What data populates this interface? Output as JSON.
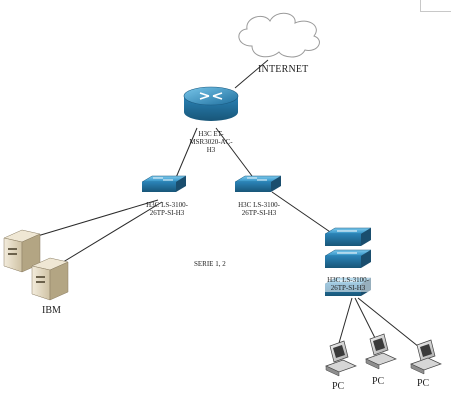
{
  "labels": {
    "internet": "INTERNET",
    "router": [
      "H3C ET-",
      "MSR3020-AC-",
      "H3"
    ],
    "switch_left": [
      "H3C LS-3100-",
      "26TP-SI-H3"
    ],
    "switch_mid": [
      "H3C LS-3100-",
      "26TP-SI-H3"
    ],
    "switch_stack": [
      "H3C LS-3100-",
      "26TP-SI-H3"
    ],
    "vlan_note": "SERIE 1, 2",
    "servers": "IBM",
    "pcs": [
      "PC",
      "PC",
      "PC"
    ]
  },
  "icons": {
    "cloud": "cloud-icon",
    "router": "router-icon",
    "switch": "switch-icon",
    "server": "server-tower-icon",
    "pc": "workstation-icon"
  },
  "colors": {
    "device_blue": "#2f8fc4",
    "device_dark": "#1d5f8a",
    "server_beige": "#e6dcc6",
    "line": "#2a2a2a"
  }
}
